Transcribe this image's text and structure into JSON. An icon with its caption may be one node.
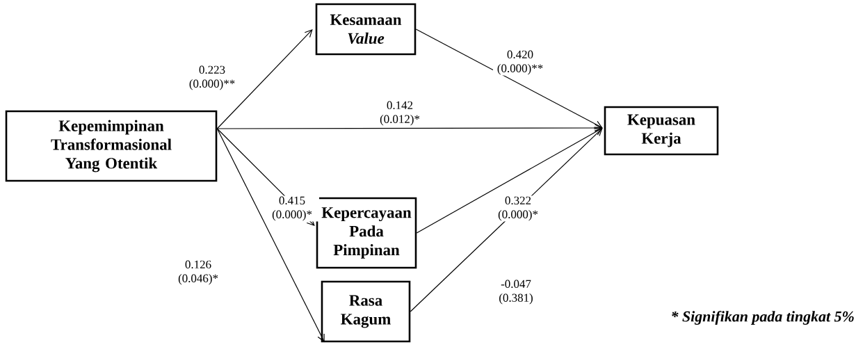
{
  "diagram": {
    "nodes": [
      {
        "text": [
          "Kepemimpinan Transformasional Yang Otentik"
        ]
      },
      {
        "text": [
          "Kesamaan *Value*"
        ]
      },
      {
        "text": [
          "Kepuasan Kerja"
        ]
      },
      {
        "text": [
          "Kepercayaan Pada Pimpinan"
        ]
      },
      {
        "text": [
          "Rasa Kagum"
        ]
      }
    ],
    "edges": [
      {
        "from": 0,
        "to": 1,
        "arrow": "to",
        "label": "0.223 (0.000)**"
      },
      {
        "from": 0,
        "to": 2,
        "arrow": "to",
        "label": "0.142 (0.012)*"
      },
      {
        "from": 0,
        "to": 3,
        "arrow": "to",
        "label": "0.415 (0.000)*"
      },
      {
        "from": 0,
        "to": 4,
        "arrow": "to",
        "label": "0.126 (0.046)*"
      },
      {
        "from": 1,
        "to": 2,
        "arrow": "to",
        "label": "0.420 (0.000)**"
      },
      {
        "from": 3,
        "to": 2,
        "arrow": "to",
        "label": "0.322 (0.000)*"
      },
      {
        "from": 4,
        "to": 2,
        "arrow": "to",
        "label": "-0.047 (0.381)"
      }
    ],
    "labels": [
      "* Signifikan pada tingkat 5%"
    ]
  }
}
